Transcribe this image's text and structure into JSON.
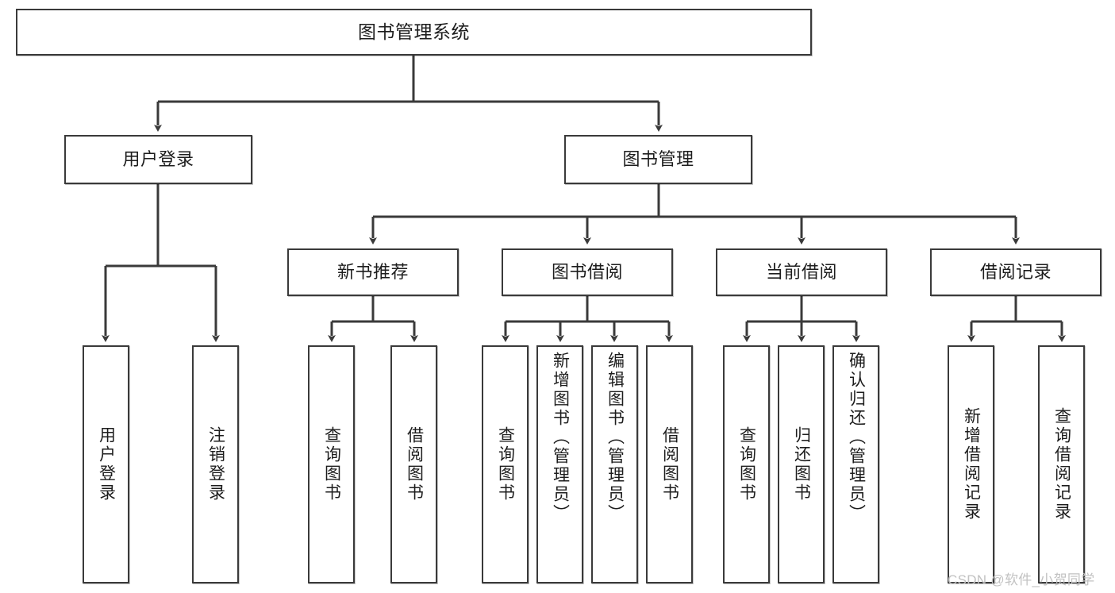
{
  "diagram": {
    "type": "tree-hierarchy",
    "title": "图书管理系统",
    "root": {
      "id": "root",
      "label": "图书管理系统"
    },
    "level1": [
      {
        "id": "user-login",
        "label": "用户登录"
      },
      {
        "id": "book-manage",
        "label": "图书管理"
      }
    ],
    "level2": [
      {
        "id": "new-book-rec",
        "label": "新书推荐",
        "parent": "book-manage"
      },
      {
        "id": "book-borrow",
        "label": "图书借阅",
        "parent": "book-manage"
      },
      {
        "id": "current-borrow",
        "label": "当前借阅",
        "parent": "book-manage"
      },
      {
        "id": "borrow-record",
        "label": "借阅记录",
        "parent": "book-manage"
      }
    ],
    "leaves": {
      "user_login": [
        {
          "id": "leaf-user-login",
          "label": "用户登录"
        },
        {
          "id": "leaf-user-logout",
          "label": "注销登录"
        }
      ],
      "new_book_rec": [
        {
          "id": "leaf-query-book-1",
          "label": "查询图书"
        },
        {
          "id": "leaf-borrow-book-1",
          "label": "借阅图书"
        }
      ],
      "book_borrow": [
        {
          "id": "leaf-query-book-2",
          "label": "查询图书"
        },
        {
          "id": "leaf-add-book",
          "label": "新增图书（管理员）"
        },
        {
          "id": "leaf-edit-book",
          "label": "编辑图书（管理员）"
        },
        {
          "id": "leaf-borrow-book-2",
          "label": "借阅图书"
        }
      ],
      "current_borrow": [
        {
          "id": "leaf-query-book-3",
          "label": "查询图书"
        },
        {
          "id": "leaf-return-book",
          "label": "归还图书"
        },
        {
          "id": "leaf-confirm-return",
          "label": "确认归还（管理员）"
        }
      ],
      "borrow_record": [
        {
          "id": "leaf-add-record",
          "label": "新增借阅记录"
        },
        {
          "id": "leaf-query-record",
          "label": "查询借阅记录"
        }
      ]
    },
    "colors": {
      "border": "#3a3a3a",
      "background": "#ffffff",
      "text": "#1d1d1d",
      "connector": "#3a3a3a",
      "watermark": "#c2c2c2"
    }
  },
  "watermark": {
    "text": "CSDN @软件_小贺同学"
  }
}
